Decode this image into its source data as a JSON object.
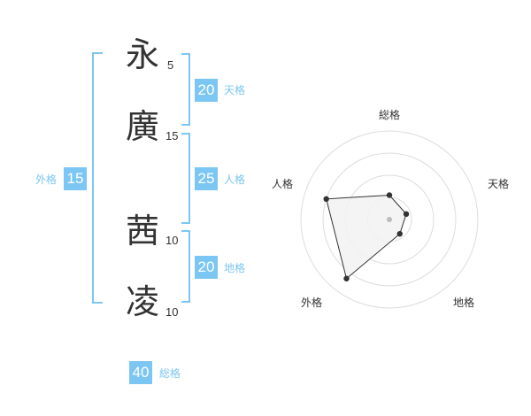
{
  "name": {
    "chars": [
      {
        "char": "永",
        "strokes": "5"
      },
      {
        "char": "廣",
        "strokes": "15"
      },
      {
        "char": "茜",
        "strokes": "10"
      },
      {
        "char": "凌",
        "strokes": "10"
      }
    ]
  },
  "scores": {
    "tenkaku": {
      "value": "20",
      "label": "天格"
    },
    "jinkaku": {
      "value": "25",
      "label": "人格"
    },
    "chikaku": {
      "value": "20",
      "label": "地格"
    },
    "gaikaku": {
      "value": "15",
      "label": "外格"
    },
    "soukaku": {
      "value": "40",
      "label": "総格"
    }
  },
  "radar": {
    "labels": {
      "soukaku": "総格",
      "tenkaku": "天格",
      "chikaku": "地格",
      "gaikaku": "外格",
      "jinkaku": "人格"
    },
    "rings": 4,
    "max": 4,
    "values": {
      "soukaku": 1.1,
      "tenkaku": 0.8,
      "chikaku": 0.8,
      "gaikaku": 3.3,
      "jinkaku": 3.0
    },
    "colors": {
      "ring": "#dddddd",
      "fill": "#f2f2f2",
      "line": "#333333",
      "point": "#333333",
      "center": "#bbbbbb"
    }
  }
}
